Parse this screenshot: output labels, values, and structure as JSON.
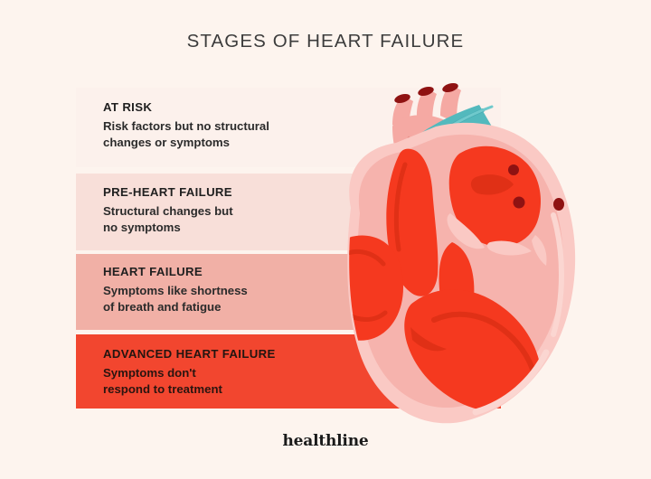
{
  "title": "STAGES OF HEART FAILURE",
  "background_color": "#fdf4ee",
  "brand": {
    "name": "healthline"
  },
  "stages": [
    {
      "id": "at-risk",
      "heading": "AT RISK",
      "body": "Risk factors but no structural\nchanges or symptoms",
      "color": "#fcf1ec"
    },
    {
      "id": "pre-heart-failure",
      "heading": "PRE-HEART FAILURE",
      "body": "Structural changes but\nno symptoms",
      "color": "#f8dfd9"
    },
    {
      "id": "heart-failure",
      "heading": "HEART FAILURE",
      "body": "Symptoms like shortness\nof breath and fatigue",
      "color": "#f1b0a6"
    },
    {
      "id": "advanced-heart-failure",
      "heading": "ADVANCED HEART FAILURE",
      "body": "Symptoms don't\nrespond to treatment",
      "color": "#f2462f"
    }
  ],
  "illustration": {
    "name": "anatomical-heart-cross-section",
    "colors": {
      "chamber_red": "#f5391f",
      "chamber_red_dark": "#e03016",
      "wall_pink": "#f6b3ad",
      "wall_pink_light": "#fac9c4",
      "vessel_pink": "#f5a9a3",
      "vessel_teal": "#53b9bd",
      "vessel_teal_dark": "#3fa4ab",
      "opening_dark_red": "#8f1212"
    }
  }
}
